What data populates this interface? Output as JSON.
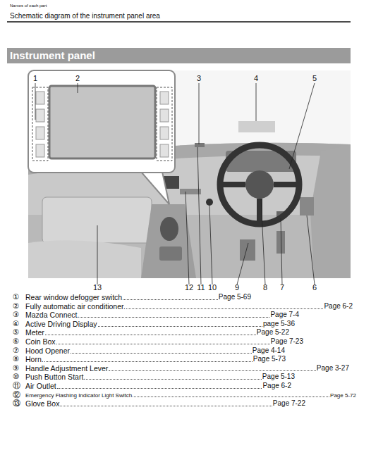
{
  "diagram": {
    "title": "Schematic diagram of the instrument panel area",
    "nodes": [
      {
        "text": [
          "Instrument panel"
        ]
      }
    ],
    "labels": [
      "Names of each part",
      "1",
      "2",
      "3",
      "4",
      "5",
      "13",
      "12",
      "11",
      "10",
      "9",
      "8",
      "7",
      "6",
      "①",
      "Rear window defogger switch",
      "Page 5-69",
      "②",
      "Fully automatic air conditioner.",
      "Page 6-2",
      "③",
      "Mazda Connect.",
      "Page 7-4",
      "④",
      "Active Driving Display",
      "page 5-36",
      "⑤",
      "Meter",
      "Page 5-22",
      "⑥",
      "Coin Box",
      "Page 7-23",
      "⑦",
      "Hood Opener",
      "Page 4-14",
      "⑧",
      "Horn.",
      "Page 5-73",
      "⑨",
      "Handle Adjustment Lever",
      "Page 3-27",
      "⑩",
      "Push Button Start.",
      "Page 5-13",
      "⑪",
      "Air Outlet",
      "Page 6-2",
      "⑫",
      "Emergency Flashing Indicator Light Switch.",
      "Page 5-72",
      "⑬",
      "Glove Box",
      "Page 7-22"
    ]
  }
}
